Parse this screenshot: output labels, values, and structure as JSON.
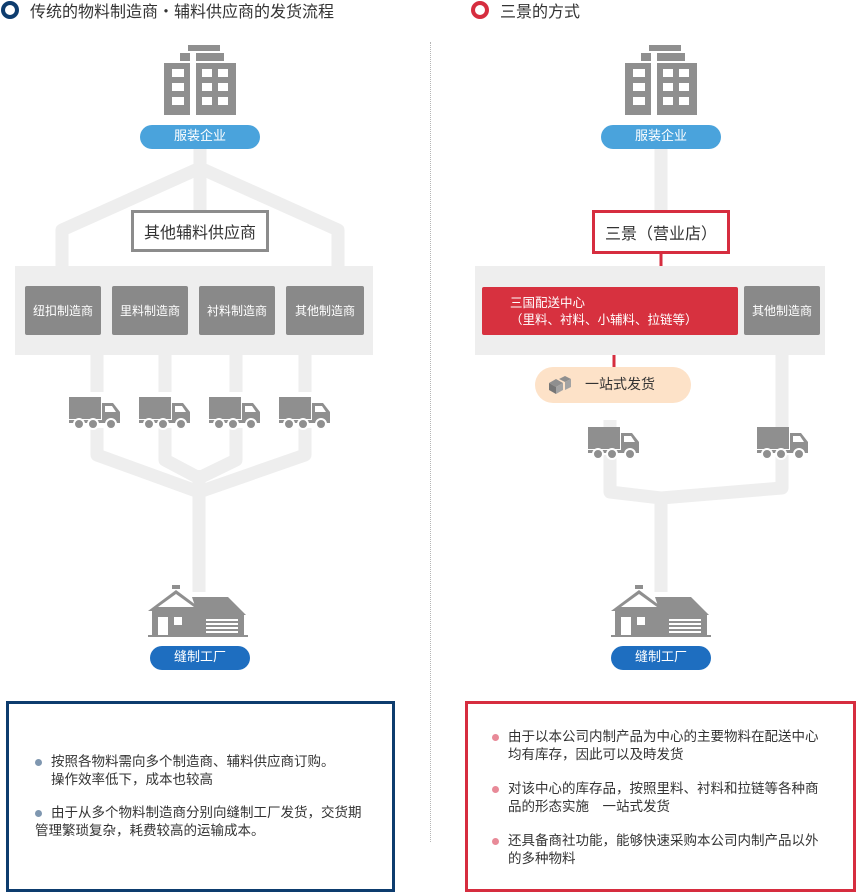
{
  "colors": {
    "navy": "#0d3c6e",
    "red": "#d62d3f",
    "pill_light_blue": "#4aa3dc",
    "pill_dark_blue": "#1e6ec0",
    "gray_box": "#898989",
    "icon_gray": "#8f8f8f",
    "flow_gray": "#eeeeee",
    "peach": "#fde2c8",
    "bullet_blue": "#7f97b0",
    "bullet_pink": "#e88a98"
  },
  "left": {
    "title": "传统的物料制造商・辅料供应商的发货流程",
    "garment_company": "服装企业",
    "supplier": "其他辅料供应商",
    "manufacturers": [
      "纽扣制造商",
      "里料制造商",
      "衬料制造商",
      "其他制造商"
    ],
    "sewing_factory": "缝制工厂",
    "notes": [
      {
        "line1": "按照各物料需向多个制造商、辅料供应商订购。",
        "line2": "操作效率低下，成本也较高"
      },
      {
        "line1": "由于从多个物料制造商分别向缝制工厂发货，交货期",
        "line2": "管理繁琐复杂，耗费较高的运输成本。"
      }
    ]
  },
  "right": {
    "title": "三景的方式",
    "garment_company": "服装企业",
    "store": "三景（营业店）",
    "distribution_center": {
      "line1": "三国配送中心",
      "line2": "（里料、衬料、小辅料、拉链等）"
    },
    "other_manufacturer": "其他制造商",
    "one_stop": "一站式发货",
    "sewing_factory": "缝制工厂",
    "notes": [
      {
        "line1": "由于以本公司内制产品为中心的主要物料在配送中心",
        "line2": "均有库存，因此可以及時发货"
      },
      {
        "line1": "对该中心的库存品，按照里料、衬料和拉链等各种商",
        "line2": "品的形态实施　一站式发货"
      },
      {
        "line1": "还具备商社功能，能够快速采购本公司内制产品以外",
        "line2": "的多种物料"
      }
    ]
  },
  "icons": {
    "building": "office-building-icon",
    "truck": "truck-icon",
    "factory": "factory-house-icon",
    "boxes": "boxes-icon"
  }
}
